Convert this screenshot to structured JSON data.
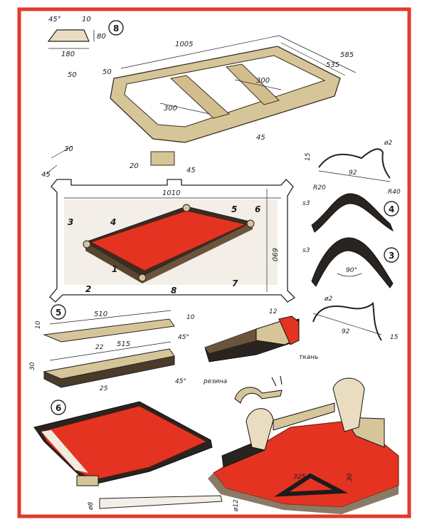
{
  "colors": {
    "border": "#e23a2a",
    "cloth": "#e53321",
    "wood_light": "#d7c59a",
    "wood_dark": "#4a3a2a",
    "rubber": "#2a2420",
    "ink": "#1b1b1b"
  },
  "fig8": {
    "number": "8",
    "profile": {
      "angle": "45°",
      "top": "10",
      "height": "80",
      "width": "180"
    },
    "frame": {
      "length": "1005",
      "width_outer": "585",
      "width_inner": "535",
      "offset_a": "50",
      "offset_b": "50",
      "span_1": "300",
      "span_2": "300",
      "leg": "45"
    }
  },
  "corner_detail": {
    "a": "30",
    "b": "45",
    "c": "20",
    "d": "45"
  },
  "table": {
    "length": "1010",
    "width": "690",
    "labels": [
      "1",
      "2",
      "3",
      "4",
      "5",
      "6",
      "7",
      "8"
    ]
  },
  "fig4": {
    "number": "4",
    "r1": "R20",
    "r2": "R40",
    "s": "s3"
  },
  "fig3": {
    "number": "3",
    "s": "s3",
    "angle": "90°"
  },
  "wire_top": {
    "diam": "ø2",
    "h": "15",
    "w": "92"
  },
  "wire_bottom": {
    "diam": "ø2",
    "w": "92",
    "h": "15"
  },
  "fig5": {
    "number": "5",
    "rail1": {
      "length": "510",
      "height": "10",
      "angle": "45°",
      "top": "10",
      "width": "22"
    },
    "rail2": {
      "length": "515",
      "height": "30",
      "angle": "45°",
      "width": "25"
    }
  },
  "cushion": {
    "dim": "12",
    "fabric": "ткань",
    "rubber": "резина"
  },
  "fig6": {
    "number": "6"
  },
  "cue": {
    "d1": "ø8",
    "d2": "ø12"
  },
  "pocket": {
    "d1": "325",
    "d2": "30"
  }
}
